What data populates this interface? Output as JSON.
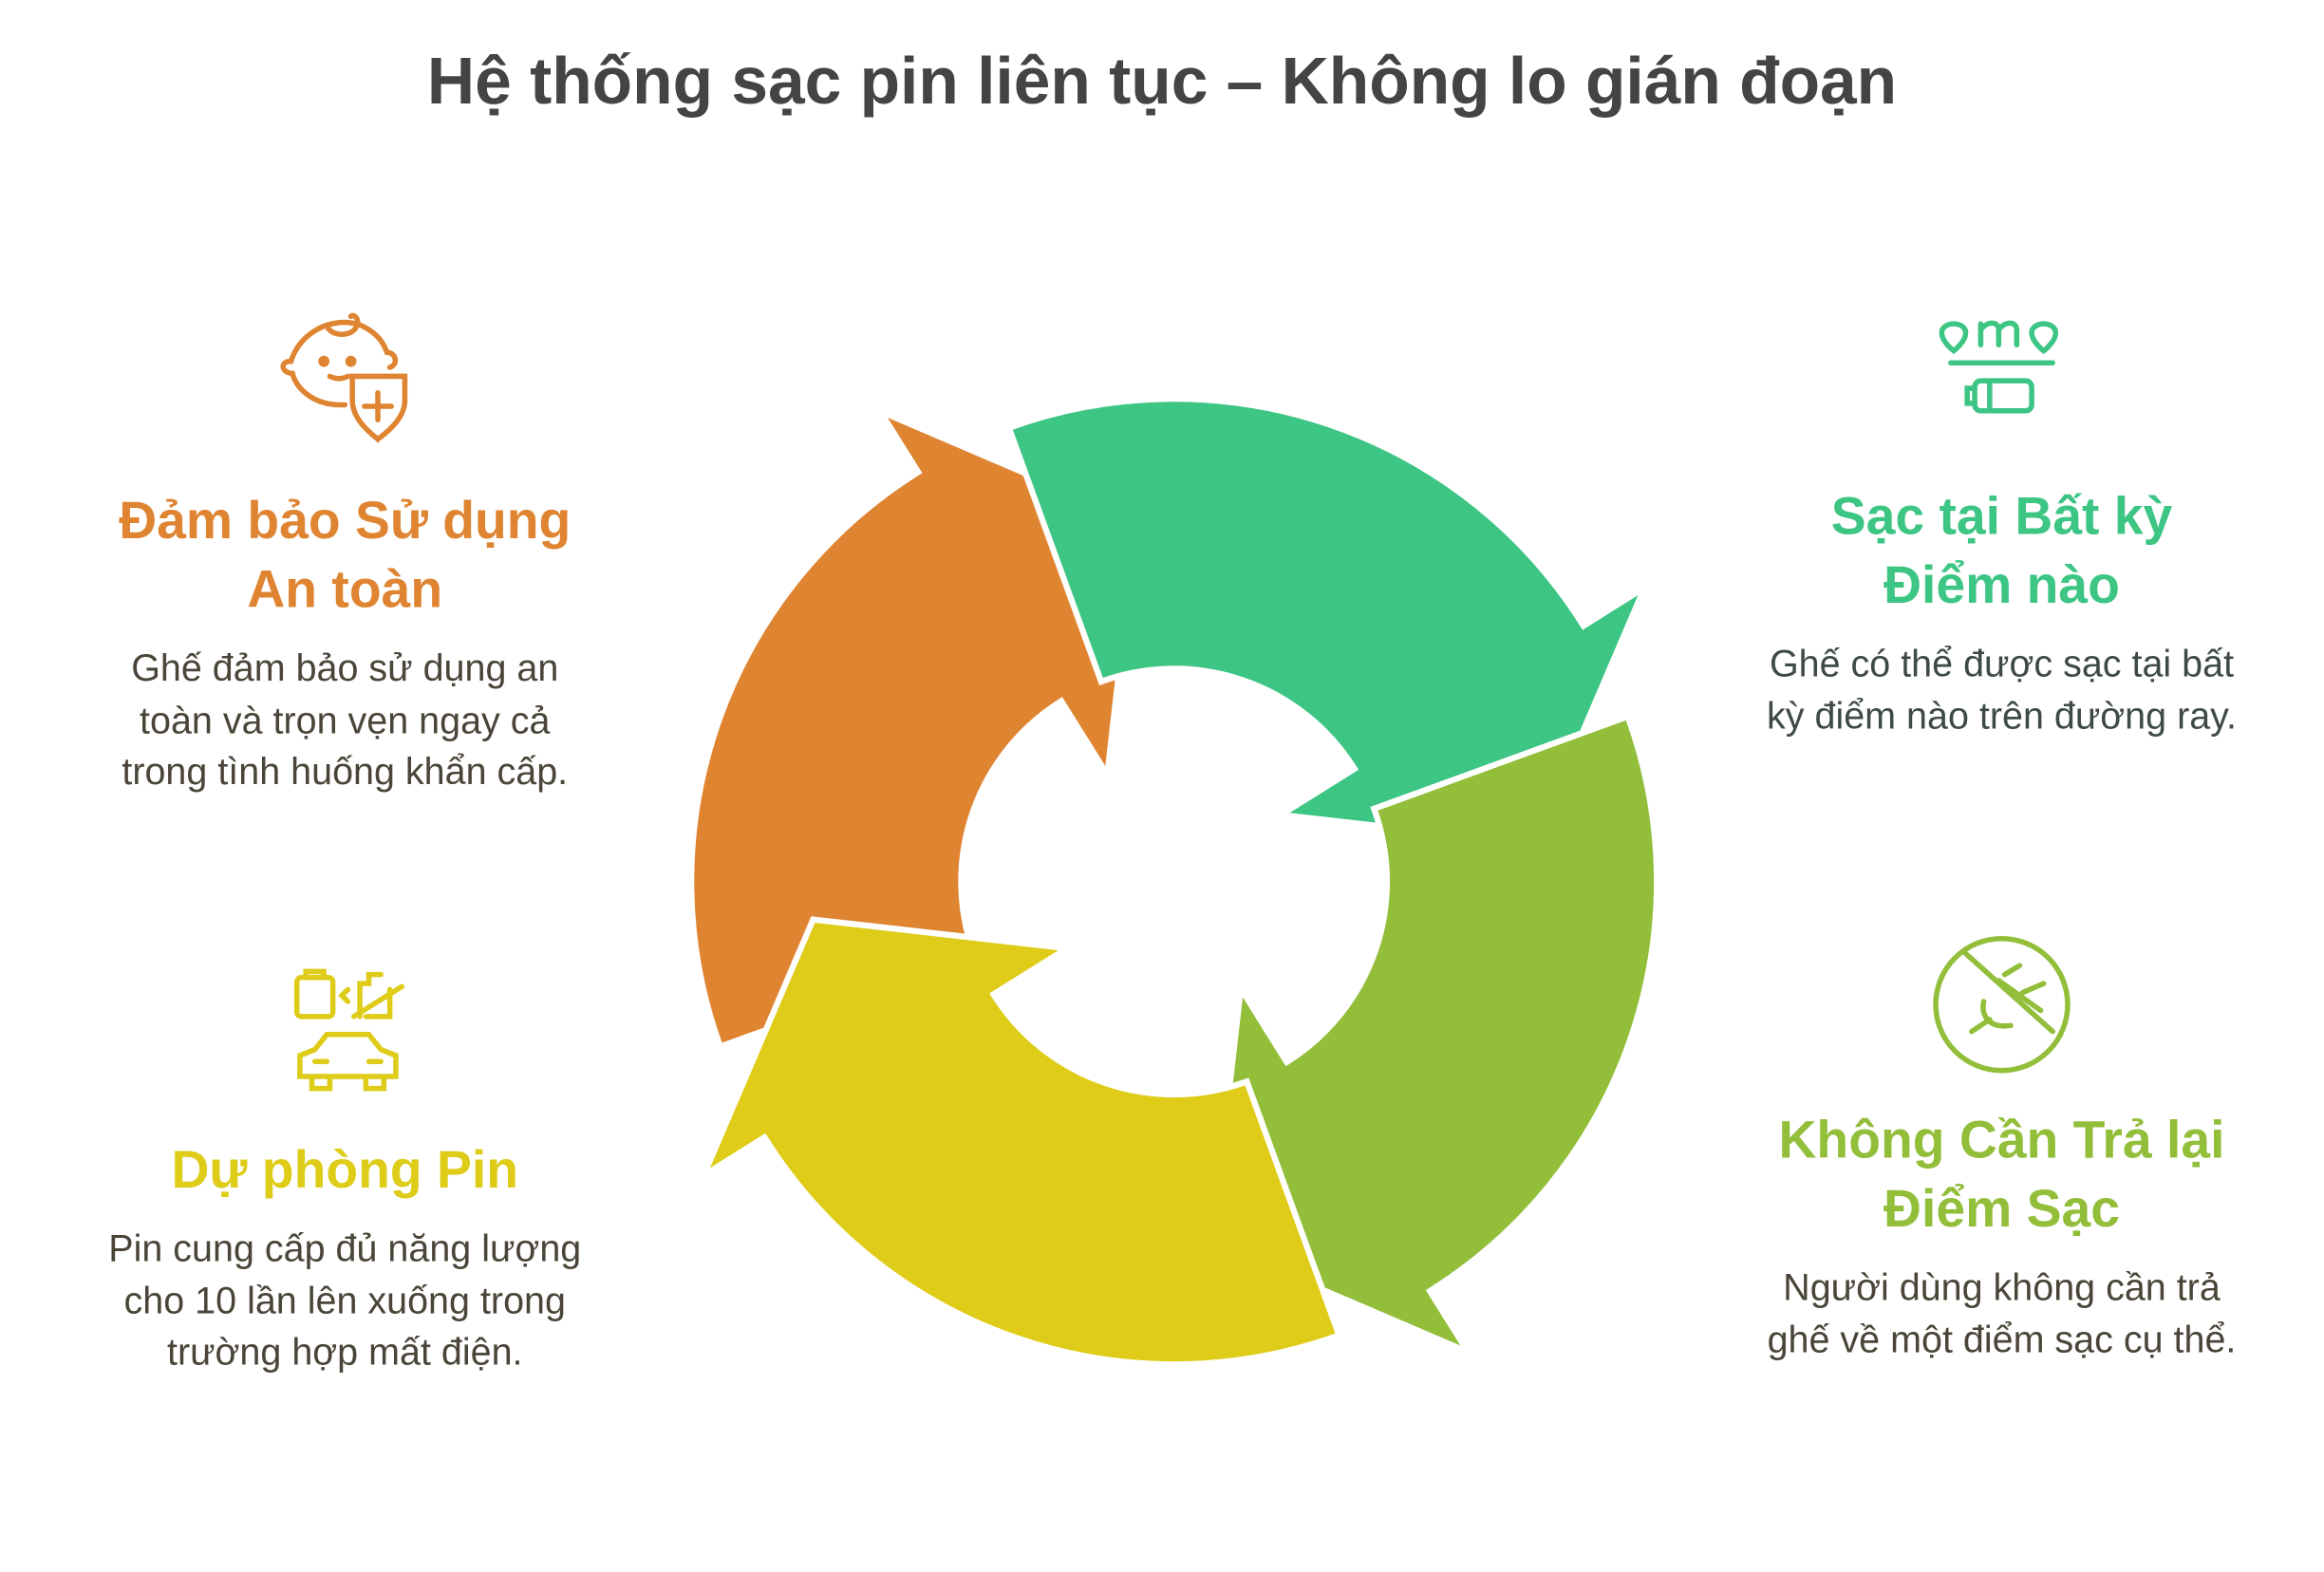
{
  "title": "Hệ thống sạc pin liên tục – Không lo gián đoạn",
  "colors": {
    "orange": "#DF8431",
    "green": "#3DC584",
    "lime": "#92BE3A",
    "yellow": "#DECC18"
  },
  "items": [
    {
      "title": "Đảm bảo Sử dụng An toàn",
      "description": "Ghế đảm bảo sử dụng an toàn và trọn vẹn ngay cả trong tình huống khẩn cấp.",
      "icon": "baby-shield-icon",
      "color": "#DF8431"
    },
    {
      "title": "Sạc tại Bất kỳ Điểm nào",
      "description": "Ghế có thể được sạc tại bất kỳ điểm nào trên đường ray.",
      "icon": "rail-charging-icon",
      "color": "#3DC584"
    },
    {
      "title": "Không Cần Trả lại Điểm Sạc",
      "description": "Người dùng không cần trả ghế về một điểm sạc cụ thể.",
      "icon": "no-plug-icon",
      "color": "#92BE3A"
    },
    {
      "title": "Dự phòng Pin",
      "description": "Pin cung cấp đủ năng lượng cho 10 lần lên xuống trong trường hợp mất điện.",
      "icon": "battery-car-icon",
      "color": "#DECC18"
    }
  ]
}
